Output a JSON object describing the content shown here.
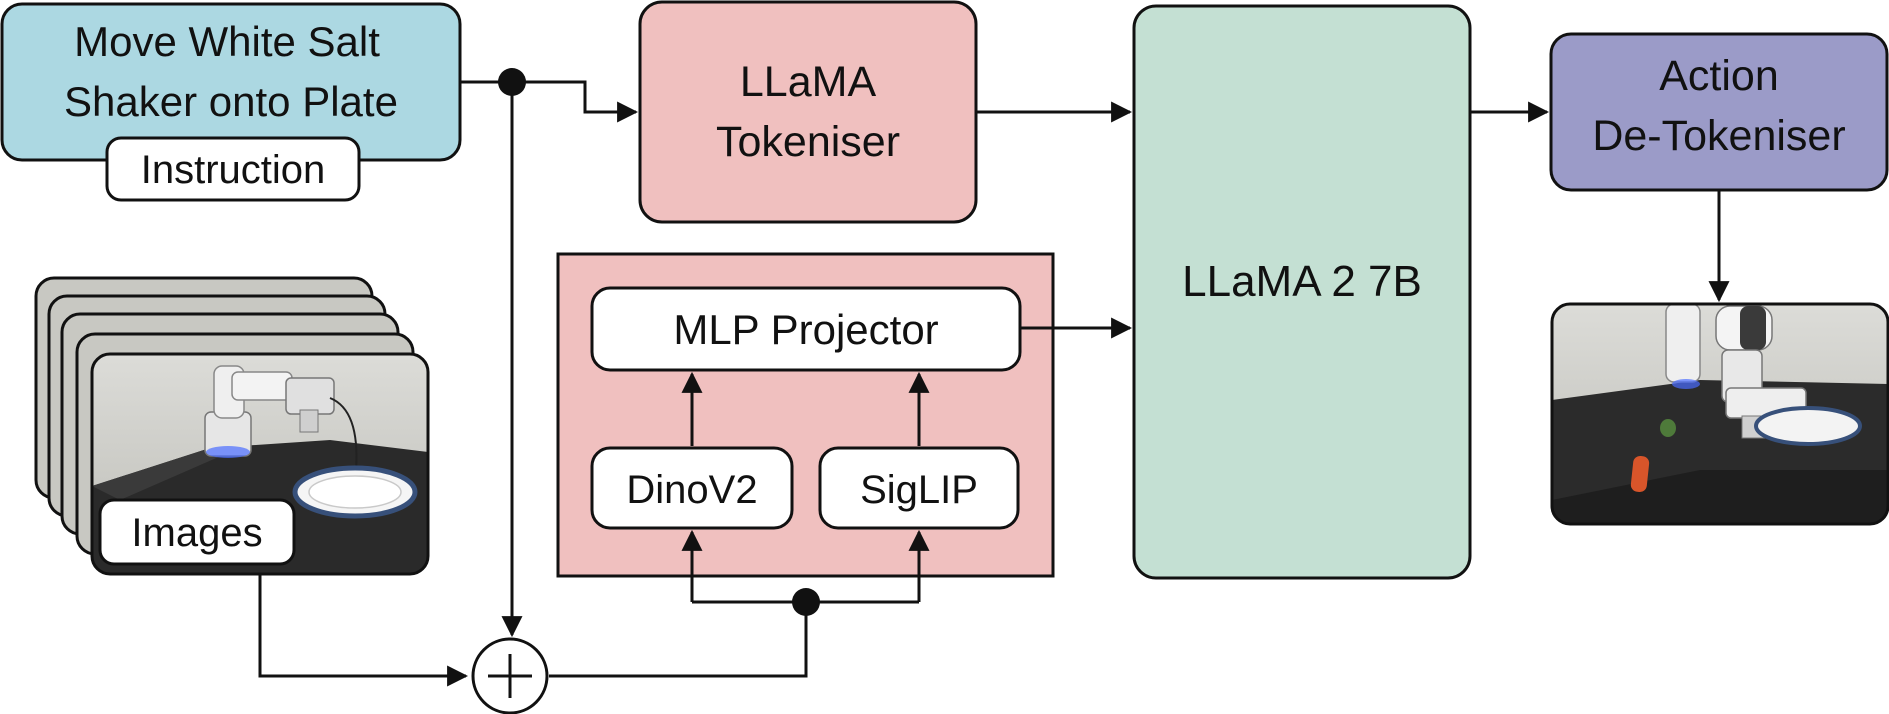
{
  "instruction": {
    "line1": "Move White Salt",
    "line2": "Shaker onto Plate",
    "tag": "Instruction"
  },
  "images": {
    "tag": "Images"
  },
  "tokeniser": {
    "line1": "LLaMA",
    "line2": "Tokeniser"
  },
  "projector": {
    "label": "MLP Projector"
  },
  "dino": {
    "label": "DinoV2"
  },
  "siglip": {
    "label": "SigLIP"
  },
  "llm": {
    "label": "LLaMA 2 7B"
  },
  "detokeniser": {
    "line1": "Action",
    "line2": "De-Tokeniser"
  },
  "colors": {
    "instruction_fill": "#acd8e2",
    "tokeniser_fill": "#f0c0bf",
    "encoder_panel_fill": "#f0c0bf",
    "llm_fill": "#c4e0d3",
    "detokeniser_fill": "#9b9bc8",
    "stroke": "#111111"
  }
}
